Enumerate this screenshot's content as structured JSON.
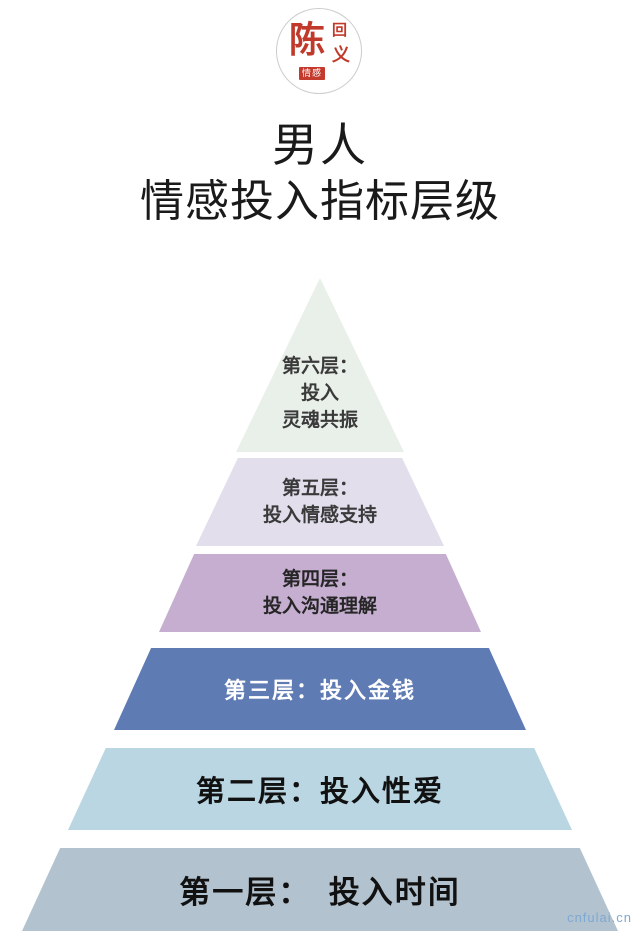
{
  "page": {
    "background": "#ffffff"
  },
  "logo": {
    "main_char": "陈",
    "seal_char": "回",
    "right_char": "义",
    "stamp_text": "情感"
  },
  "title": {
    "line1": "男人",
    "line2": "情感投入指标层级"
  },
  "watermark": "cnfulai.cn",
  "chart_data": {
    "type": "pyramid",
    "title": "男人情感投入指标层级",
    "levels": [
      {
        "rank": 6,
        "lines": [
          "第六层：",
          "投入",
          "灵魂共振"
        ],
        "label": "第六层：投入灵魂共振",
        "color": "#e9efe9",
        "text_color": "#3a3a3a"
      },
      {
        "rank": 5,
        "lines": [
          "第五层：",
          "投入情感支持"
        ],
        "label": "第五层：投入情感支持",
        "color": "#e2deec",
        "text_color": "#3a3a3a"
      },
      {
        "rank": 4,
        "lines": [
          "第四层：",
          "投入沟通理解"
        ],
        "label": "第四层：投入沟通理解",
        "color": "#c6aed1",
        "text_color": "#262626"
      },
      {
        "rank": 3,
        "lines": [
          "第三层：投入金钱"
        ],
        "label": "第三层：投入金钱",
        "color": "#5f7bb4",
        "text_color": "#ffffff"
      },
      {
        "rank": 2,
        "lines": [
          "第二层：投入性爱"
        ],
        "label": "第二层：投入性爱",
        "color": "#b9d6e2",
        "text_color": "#111111"
      },
      {
        "rank": 1,
        "lines": [
          "第一层：　投入时间"
        ],
        "label": "第一层：投入时间",
        "color": "#b2c2cf",
        "text_color": "#111111"
      }
    ]
  }
}
